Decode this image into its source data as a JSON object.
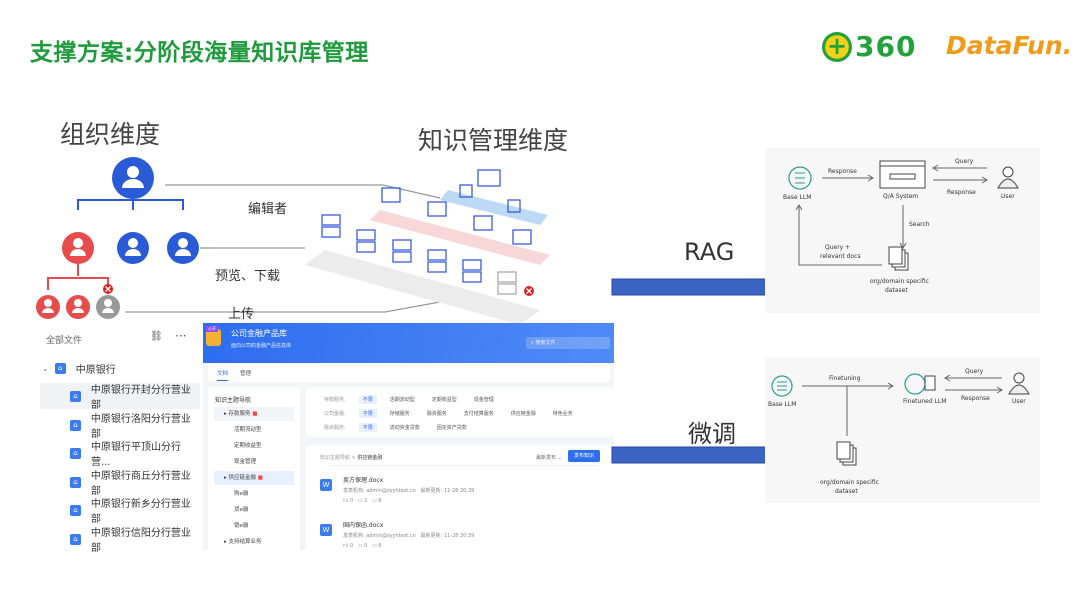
{
  "slide": {
    "title": "支撑方案:分阶段海量知识库管理",
    "logos": {
      "brand1": "360",
      "brand2": "DataFun."
    },
    "org_dimension": "组织维度",
    "knowledge_dimension": "知识管理维度",
    "roles": {
      "editor": "编辑者",
      "preview_download": "预览、下载",
      "upload": "上传"
    },
    "rag_label": "RAG",
    "finetune_label": "微调",
    "colors": {
      "title": "#1f9a3c",
      "blue": "#2a5bd7",
      "red": "#e84b4b",
      "arrow": "#3b63c4"
    }
  },
  "file_tree": {
    "header": "全部文件",
    "root": "中原银行",
    "items": [
      "中原银行开封分行营业部",
      "中原银行洛阳分行营业部",
      "中原银行平顶山分行营...",
      "中原银行商丘分行营业部",
      "中原银行新乡分行营业部",
      "中原银行信阳分行营业部"
    ]
  },
  "app": {
    "badge": "公开",
    "name": "公司金融产品库",
    "desc": "面向公司的金融产品信息库",
    "search_placeholder": "搜索文件",
    "tabs": [
      "文档",
      "管理"
    ],
    "nav_title": "知识主题导航",
    "nav": [
      {
        "label": "存款服务",
        "level": 1,
        "badge": true
      },
      {
        "label": "活期流动型",
        "level": 2
      },
      {
        "label": "定期收益型",
        "level": 2
      },
      {
        "label": "现金管理",
        "level": 2
      },
      {
        "label": "供应链金融",
        "level": 1,
        "badge": true
      },
      {
        "label": "购e融",
        "level": 2
      },
      {
        "label": "货e融",
        "level": 2
      },
      {
        "label": "销e融",
        "level": 2
      },
      {
        "label": "支持结算业务",
        "level": 1
      }
    ],
    "filters": [
      {
        "label": "存款服务:",
        "options": [
          "不限",
          "活期流动型",
          "定期收益型",
          "现金管理"
        ]
      },
      {
        "label": "公司金融:",
        "options": [
          "不限",
          "存储服务",
          "融资服务",
          "支付结算服务",
          "供应链金融",
          "特色业务"
        ]
      },
      {
        "label": "融资服务:",
        "options": [
          "不限",
          "流动资金贷款",
          "固定资产贷款"
        ]
      }
    ],
    "breadcrumb": [
      "知识主题导航",
      "供应链金融"
    ],
    "sort": "最新发布",
    "publish_button": "发布知识",
    "docs": [
      {
        "name": "卖方保理.docx",
        "publisher": "发表机构: admin@zyyhtest.cn",
        "updated": "最新更新: 11-28 20:39",
        "likes": "0",
        "comments": "2",
        "views": "6"
      },
      {
        "name": "国内保函.docx",
        "publisher": "发表机构: admin@zyyhtest.cn",
        "updated": "最新更新: 11-28 20:39",
        "likes": "0",
        "comments": "0",
        "views": "6"
      }
    ]
  },
  "rag_diagram": {
    "base_llm": "Base LLM",
    "response": "Response",
    "qa_system": "Q/A System",
    "query": "Query",
    "response2": "Response",
    "user": "User",
    "search": "Search",
    "query_docs": "Query +",
    "query_docs2": "relevant docs",
    "dataset1": "org/domain specific",
    "dataset2": "dataset"
  },
  "ft_diagram": {
    "base_llm": "Base LLM",
    "finetuning": "Finetuning",
    "finetuned_llm": "Finetuned LLM",
    "query": "Query",
    "response": "Response",
    "user": "User",
    "dataset1": "org/domain specific",
    "dataset2": "dataset"
  }
}
